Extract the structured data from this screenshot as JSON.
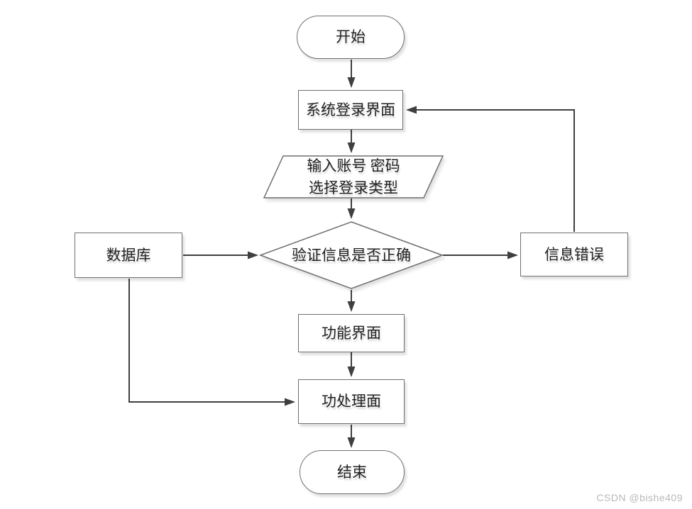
{
  "diagram": {
    "nodes": {
      "start": {
        "label": "开始",
        "shape": "terminator"
      },
      "login": {
        "label": "系统登录界面",
        "shape": "process"
      },
      "input": {
        "label_line1": "输入账号 密码",
        "label_line2": "选择登录类型",
        "shape": "io-parallelogram"
      },
      "verify": {
        "label": "验证信息是否正确",
        "shape": "decision"
      },
      "database": {
        "label": "数据库",
        "shape": "process"
      },
      "error": {
        "label": "信息错误",
        "shape": "process"
      },
      "function_screen": {
        "label": "功能界面",
        "shape": "process"
      },
      "processing_screen": {
        "label": "功处理面",
        "shape": "process"
      },
      "end": {
        "label": "结束",
        "shape": "terminator"
      }
    },
    "edges": [
      "start -> login",
      "login -> input",
      "input -> verify",
      "database -> verify",
      "verify -> error",
      "error -> login",
      "verify -> function_screen",
      "function_screen -> processing_screen",
      "database -> processing_screen",
      "processing_screen -> end"
    ],
    "watermark": "CSDN @bishe409",
    "colors": {
      "background": "#ffffff",
      "line": "#3f3f3f",
      "shape_border": "#6f6f6f",
      "text": "#222222",
      "watermark": "#b9b9bd"
    }
  }
}
